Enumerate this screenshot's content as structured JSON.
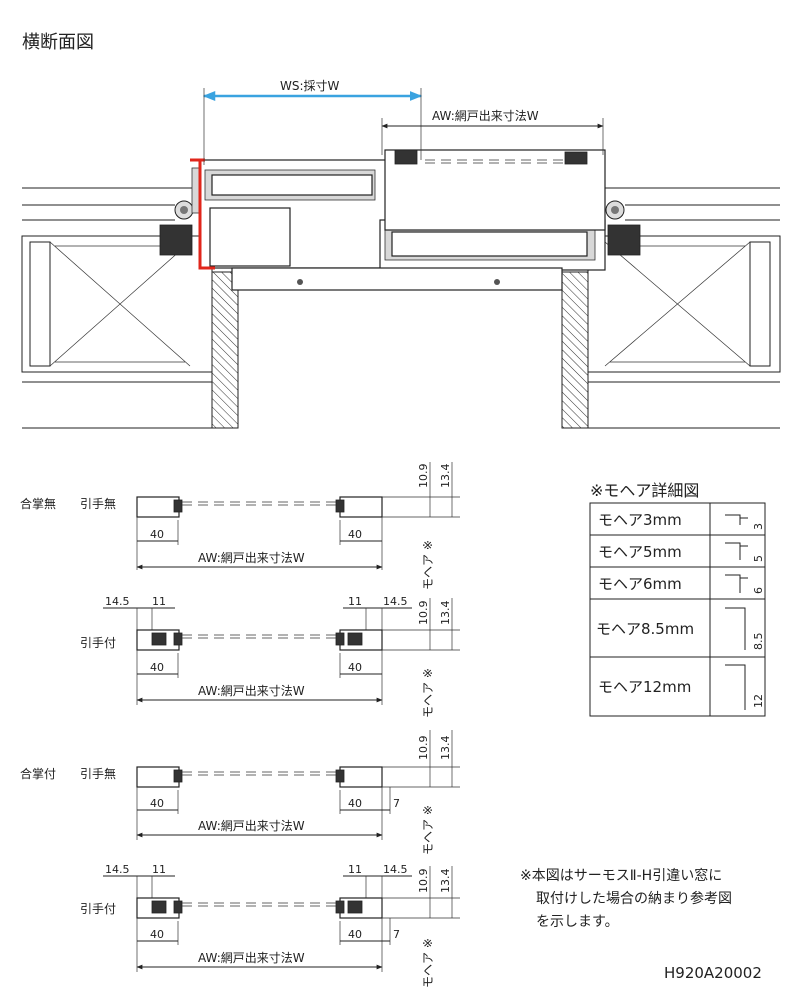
{
  "page_title": "横断面図",
  "section": {
    "ws_label": "WS:採寸W",
    "aw_label": "AW:網戸出来寸法W"
  },
  "variants": [
    {
      "group": "合掌無",
      "type": "引手無",
      "dim_left": "40",
      "dim_right": "40",
      "aw": "AW:網戸出来寸法W",
      "v1": "10.9",
      "v2": "13.4",
      "mohair": "モヘア ※"
    },
    {
      "group": "",
      "type": "引手付",
      "top_l1": "14.5",
      "top_l2": "11",
      "top_r1": "11",
      "top_r2": "14.5",
      "dim_left": "40",
      "dim_right": "40",
      "aw": "AW:網戸出来寸法W",
      "v1": "10.9",
      "v2": "13.4",
      "mohair": "モヘア ※"
    },
    {
      "group": "合掌付",
      "type": "引手無",
      "dim_left": "40",
      "dim_right": "40",
      "dim_extra": "7",
      "aw": "AW:網戸出来寸法W",
      "v1": "10.9",
      "v2": "13.4",
      "mohair": "モヘア ※"
    },
    {
      "group": "",
      "type": "引手付",
      "top_l1": "14.5",
      "top_l2": "11",
      "top_r1": "11",
      "top_r2": "14.5",
      "dim_left": "40",
      "dim_right": "40",
      "dim_extra": "7",
      "aw": "AW:網戸出来寸法W",
      "v1": "10.9",
      "v2": "13.4",
      "mohair": "モヘア ※"
    }
  ],
  "mohair_table": {
    "title": "※モヘア詳細図",
    "rows": [
      {
        "label": "モヘア3mm",
        "size": "3"
      },
      {
        "label": "モヘア5mm",
        "size": "5"
      },
      {
        "label": "モヘア6mm",
        "size": "6"
      },
      {
        "label": "モヘア8.5mm",
        "size": "8.5"
      },
      {
        "label": "モヘア12mm",
        "size": "12"
      }
    ]
  },
  "note": {
    "line1": "※本図はサーモスⅡ-H引違い窓に",
    "line2": "取付けした場合の納まり参考図",
    "line3": "を示します。"
  },
  "code": "H920A20002",
  "colors": {
    "accent_blue": "#3aa3e0",
    "accent_red": "#e0261b"
  }
}
